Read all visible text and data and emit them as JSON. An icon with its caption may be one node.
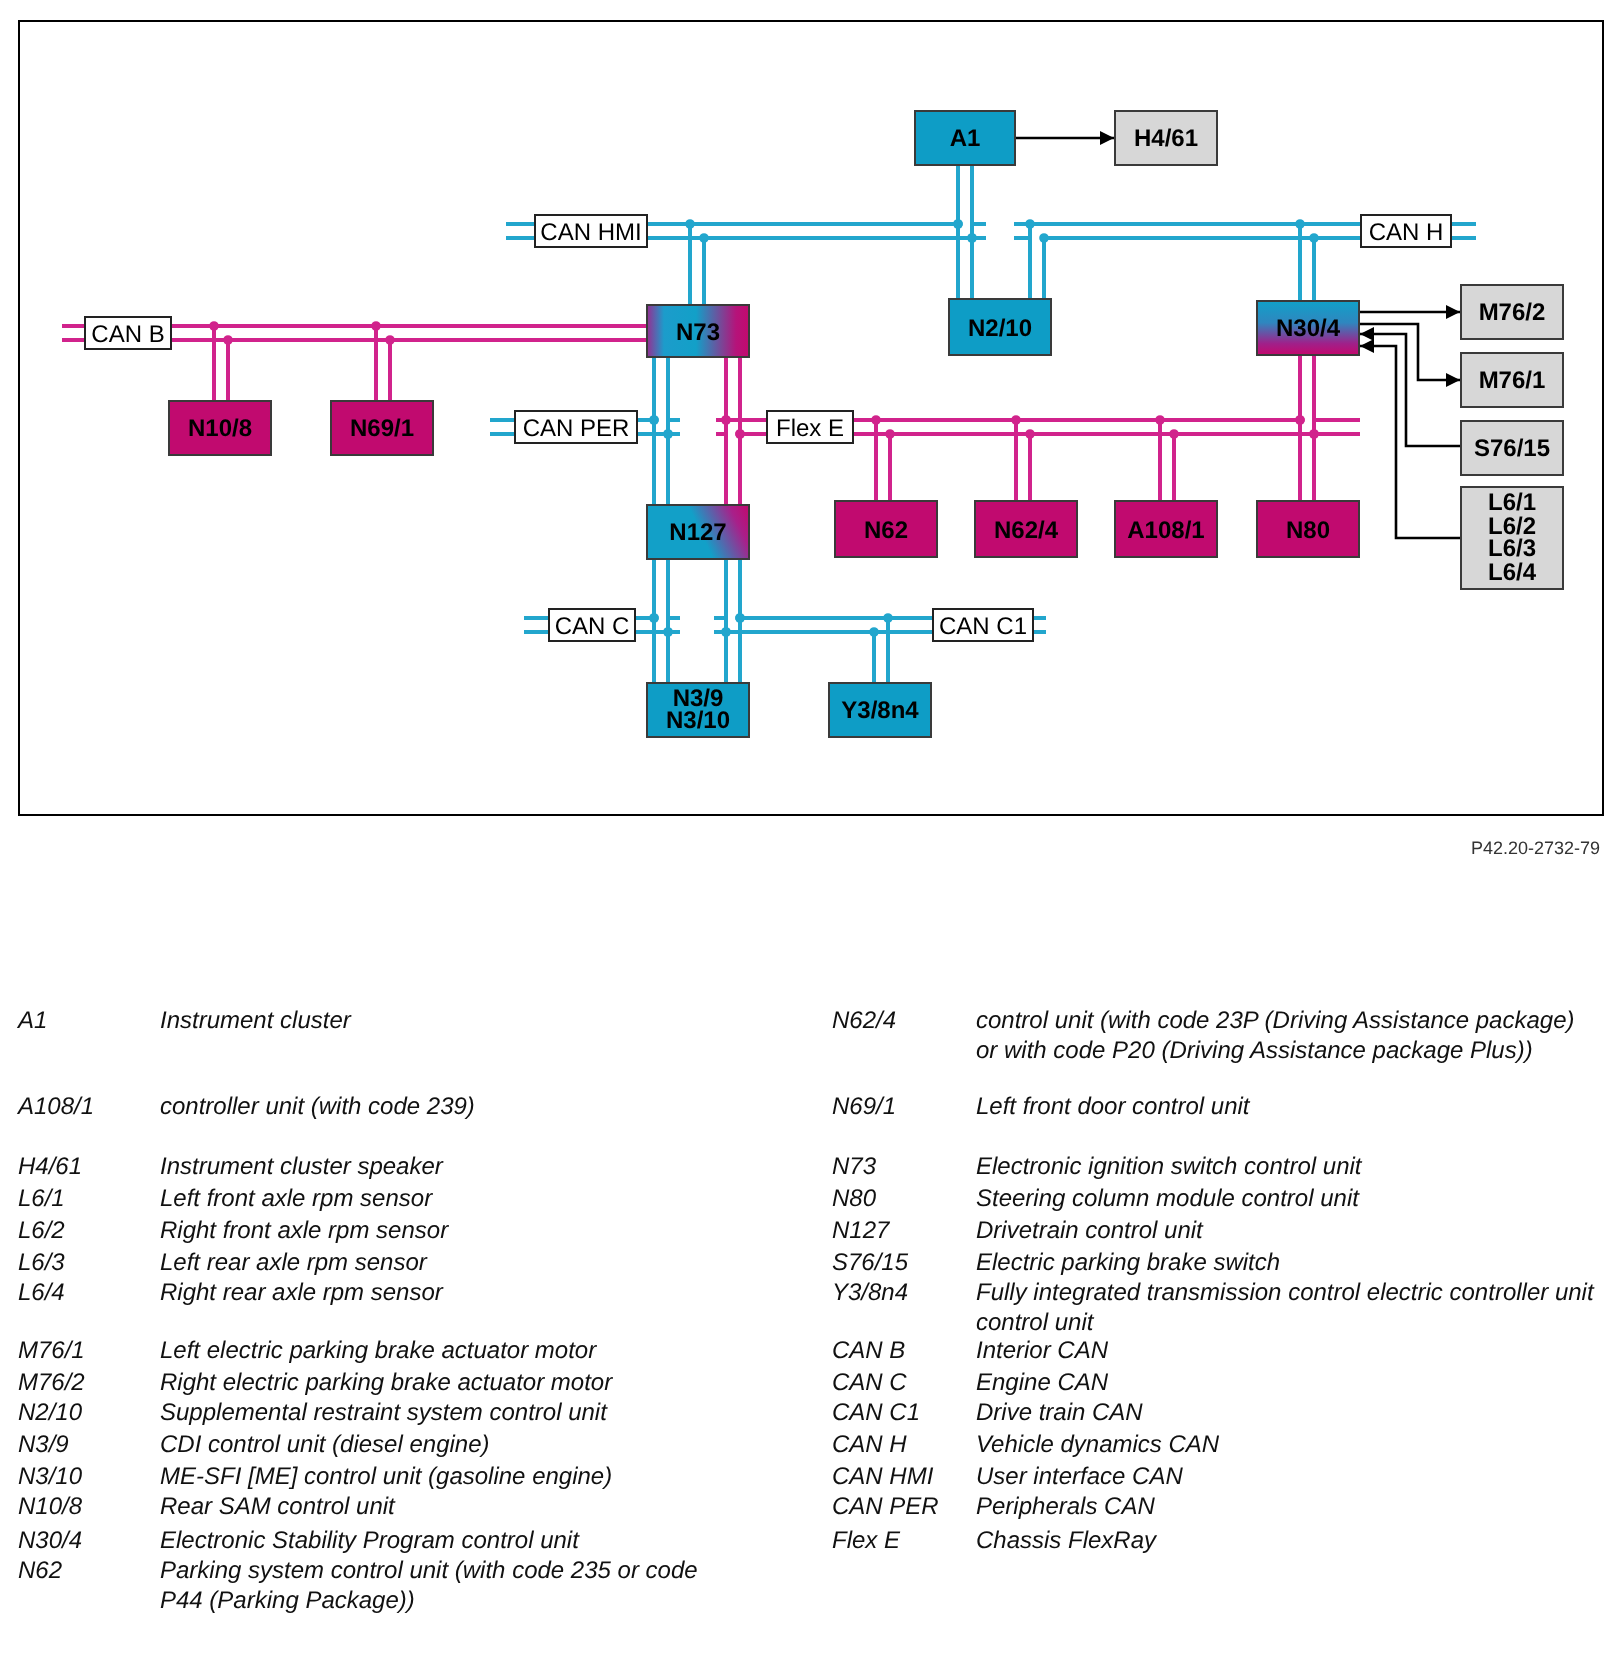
{
  "diagram": {
    "nodes": [
      {
        "text": [
          "A1"
        ]
      },
      {
        "text": [
          "H4/61"
        ]
      },
      {
        "text": [
          "CAN HMI"
        ]
      },
      {
        "text": [
          "CAN H"
        ]
      },
      {
        "text": [
          "CAN B"
        ]
      },
      {
        "text": [
          "N73"
        ]
      },
      {
        "text": [
          "N2/10"
        ]
      },
      {
        "text": [
          "N30/4"
        ]
      },
      {
        "text": [
          "M76/2"
        ]
      },
      {
        "text": [
          "N10/8"
        ]
      },
      {
        "text": [
          "N69/1"
        ]
      },
      {
        "text": [
          "M76/1"
        ]
      },
      {
        "text": [
          "CAN PER"
        ]
      },
      {
        "text": [
          "Flex E"
        ]
      },
      {
        "text": [
          "S76/15"
        ]
      },
      {
        "text": [
          "L6/1 L6/2 L6/3 L6/4"
        ]
      },
      {
        "text": [
          "N127"
        ]
      },
      {
        "text": [
          "N62"
        ]
      },
      {
        "text": [
          "N62/4"
        ]
      },
      {
        "text": [
          "A108/1"
        ]
      },
      {
        "text": [
          "N80"
        ]
      },
      {
        "text": [
          "CAN C"
        ]
      },
      {
        "text": [
          "CAN C1"
        ]
      },
      {
        "text": [
          "N3/9 N3/10"
        ]
      },
      {
        "text": [
          "Y3/8n4"
        ]
      }
    ],
    "edges": [
      {
        "from": 0,
        "to": 1,
        "arrow": "to",
        "color": "#000000"
      },
      {
        "from": 2,
        "to": 5,
        "arrow": "none"
      },
      {
        "from": 2,
        "to": 0,
        "arrow": "none"
      },
      {
        "from": 2,
        "to": 6,
        "arrow": "none"
      },
      {
        "from": 3,
        "to": 6,
        "arrow": "none"
      },
      {
        "from": 3,
        "to": 7,
        "arrow": "none"
      },
      {
        "from": 4,
        "to": 9,
        "arrow": "none",
        "color": "#d1238c"
      },
      {
        "from": 4,
        "to": 10,
        "arrow": "none",
        "color": "#d1238c"
      },
      {
        "from": 4,
        "to": 5,
        "arrow": "none",
        "color": "#d1238c"
      },
      {
        "from": 7,
        "to": 8,
        "arrow": "to",
        "color": "#000000"
      },
      {
        "from": 7,
        "to": 11,
        "arrow": "to",
        "color": "#000000"
      },
      {
        "from": 14,
        "to": 7,
        "arrow": "to",
        "color": "#000000"
      },
      {
        "from": 15,
        "to": 7,
        "arrow": "to",
        "color": "#000000"
      },
      {
        "from": 12,
        "to": 5,
        "arrow": "none"
      },
      {
        "from": 12,
        "to": 16,
        "arrow": "none"
      },
      {
        "from": 13,
        "to": 5,
        "arrow": "none",
        "color": "#d1238c"
      },
      {
        "from": 13,
        "to": 16,
        "arrow": "none",
        "color": "#d1238c"
      },
      {
        "from": 13,
        "to": 17,
        "arrow": "none",
        "color": "#d1238c"
      },
      {
        "from": 13,
        "to": 18,
        "arrow": "none",
        "color": "#d1238c"
      },
      {
        "from": 13,
        "to": 19,
        "arrow": "none",
        "color": "#d1238c"
      },
      {
        "from": 13,
        "to": 7,
        "arrow": "none",
        "color": "#d1238c"
      },
      {
        "from": 13,
        "to": 20,
        "arrow": "none",
        "color": "#d1238c"
      },
      {
        "from": 21,
        "to": 16,
        "arrow": "none"
      },
      {
        "from": 21,
        "to": 23,
        "arrow": "none"
      },
      {
        "from": 22,
        "to": 16,
        "arrow": "none"
      },
      {
        "from": 22,
        "to": 23,
        "arrow": "none"
      },
      {
        "from": 22,
        "to": 24,
        "arrow": "none"
      }
    ],
    "labels": [
      "P42.20-2732-79",
      "A1",
      "Instrument cluster",
      "A108/1",
      "controller unit (with code 239)",
      "H4/61",
      "Instrument cluster speaker",
      "L6/1",
      "Left front axle rpm sensor",
      "L6/2",
      "Right front axle rpm sensor",
      "L6/3",
      "Left rear axle rpm sensor",
      "L6/4",
      "Right rear axle rpm sensor",
      "M76/1",
      "Left electric parking brake actuator motor",
      "M76/2",
      "Right electric parking brake actuator motor",
      "N2/10",
      "Supplemental restraint system control unit",
      "N3/9",
      "CDI control unit (diesel engine)",
      "N3/10",
      "ME-SFI [ME] control unit (gasoline engine)",
      "N10/8",
      "Rear SAM control unit",
      "N30/4",
      "Electronic Stability Program control unit",
      "N62",
      "Parking system control unit (with code 235 or code P44 (Parking Package))",
      "N62/4",
      "control unit (with code 23P (Driving Assistance package) or with code P20 (Driving Assistance package Plus))",
      "N69/1",
      "Left front door control unit",
      "N73",
      "Electronic ignition switch control unit",
      "N80",
      "Steering column module control unit",
      "N127",
      "Drivetrain control unit",
      "S76/15",
      "Electric parking brake switch",
      "Y3/8n4",
      "Fully integrated transmission control electric controller unit control unit",
      "CAN B",
      "Interior CAN",
      "CAN C",
      "Engine CAN",
      "CAN C1",
      "Drive train CAN",
      "CAN H",
      "Vehicle dynamics CAN",
      "CAN HMI",
      "User interface CAN",
      "CAN PER",
      "Peripherals CAN",
      "Flex E",
      "Chassis FlexRay"
    ]
  }
}
